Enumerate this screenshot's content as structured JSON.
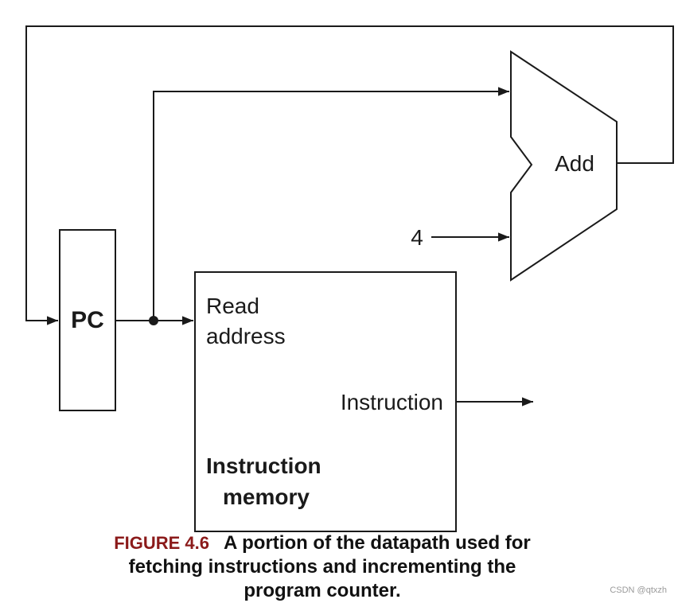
{
  "diagram": {
    "pc_label": "PC",
    "adder_label": "Add",
    "constant_label": "4",
    "memory": {
      "read_address_line1": "Read",
      "read_address_line2": "address",
      "output_label": "Instruction",
      "title_line1": "Instruction",
      "title_line2": "memory"
    },
    "colors": {
      "stroke": "#1a1a1a",
      "figure_label": "#8b1a1a"
    }
  },
  "caption": {
    "figure_label": "FIGURE 4.6",
    "line1": "A portion of the datapath used for",
    "line2": "fetching instructions and incrementing the",
    "line3": "program counter."
  },
  "watermark": "CSDN @qtxzh"
}
